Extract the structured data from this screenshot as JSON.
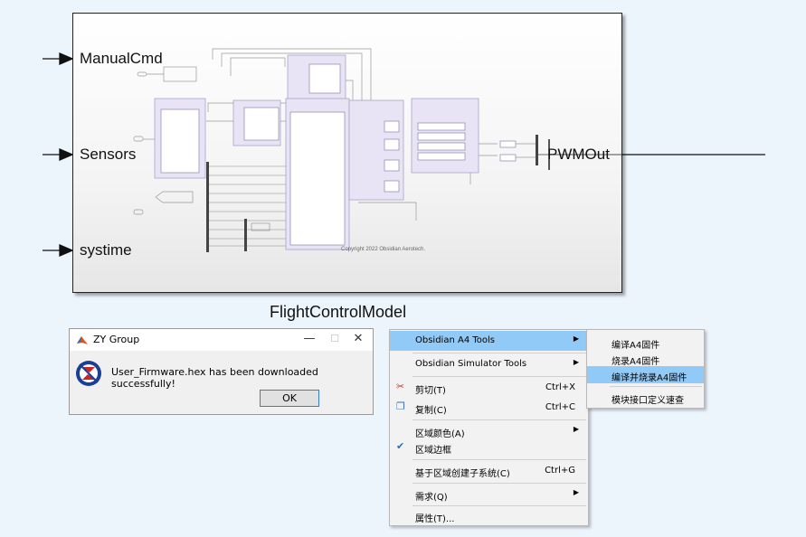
{
  "block": {
    "title": "FlightControlModel",
    "inputs": [
      "ManualCmd",
      "Sensors",
      "systime"
    ],
    "output": "PWMOut",
    "copyright": "Copyright 2022 Obsidian Aerotech."
  },
  "dialog": {
    "title": "ZY Group",
    "message": "User_Firmware.hex has been downloaded successfully!",
    "ok_label": "OK",
    "minimize": "—",
    "maximize": "☐",
    "close": "✕"
  },
  "context_menu": {
    "items": [
      {
        "label": "Obsidian A4 Tools",
        "submenu": true,
        "highlighted": true
      },
      {
        "label": "Obsidian Simulator Tools",
        "submenu": true
      },
      {
        "label": "剪切(T)",
        "shortcut": "Ctrl+X",
        "icon": "scissors-icon"
      },
      {
        "label": "复制(C)",
        "shortcut": "Ctrl+C",
        "icon": "copy-icon"
      },
      {
        "label": "区域颜色(A)",
        "submenu": true
      },
      {
        "label": "区域边框",
        "checked": true,
        "icon": "checkmark-icon"
      },
      {
        "label": "基于区域创建子系统(C)",
        "shortcut": "Ctrl+G"
      },
      {
        "label": "需求(Q)",
        "submenu": true
      },
      {
        "label": "属性(T)..."
      }
    ]
  },
  "submenu": {
    "items": [
      {
        "label": "编译A4固件"
      },
      {
        "label": "烧录A4固件"
      },
      {
        "label": "编译并烧录A4固件",
        "highlighted": true
      },
      {
        "label": "模块接口定义速查"
      }
    ]
  },
  "colors": {
    "canvas_bg": "#ecf4fc",
    "menu_highlight": "#91c9f7",
    "subsystem_fill": "#e8e4f6"
  }
}
